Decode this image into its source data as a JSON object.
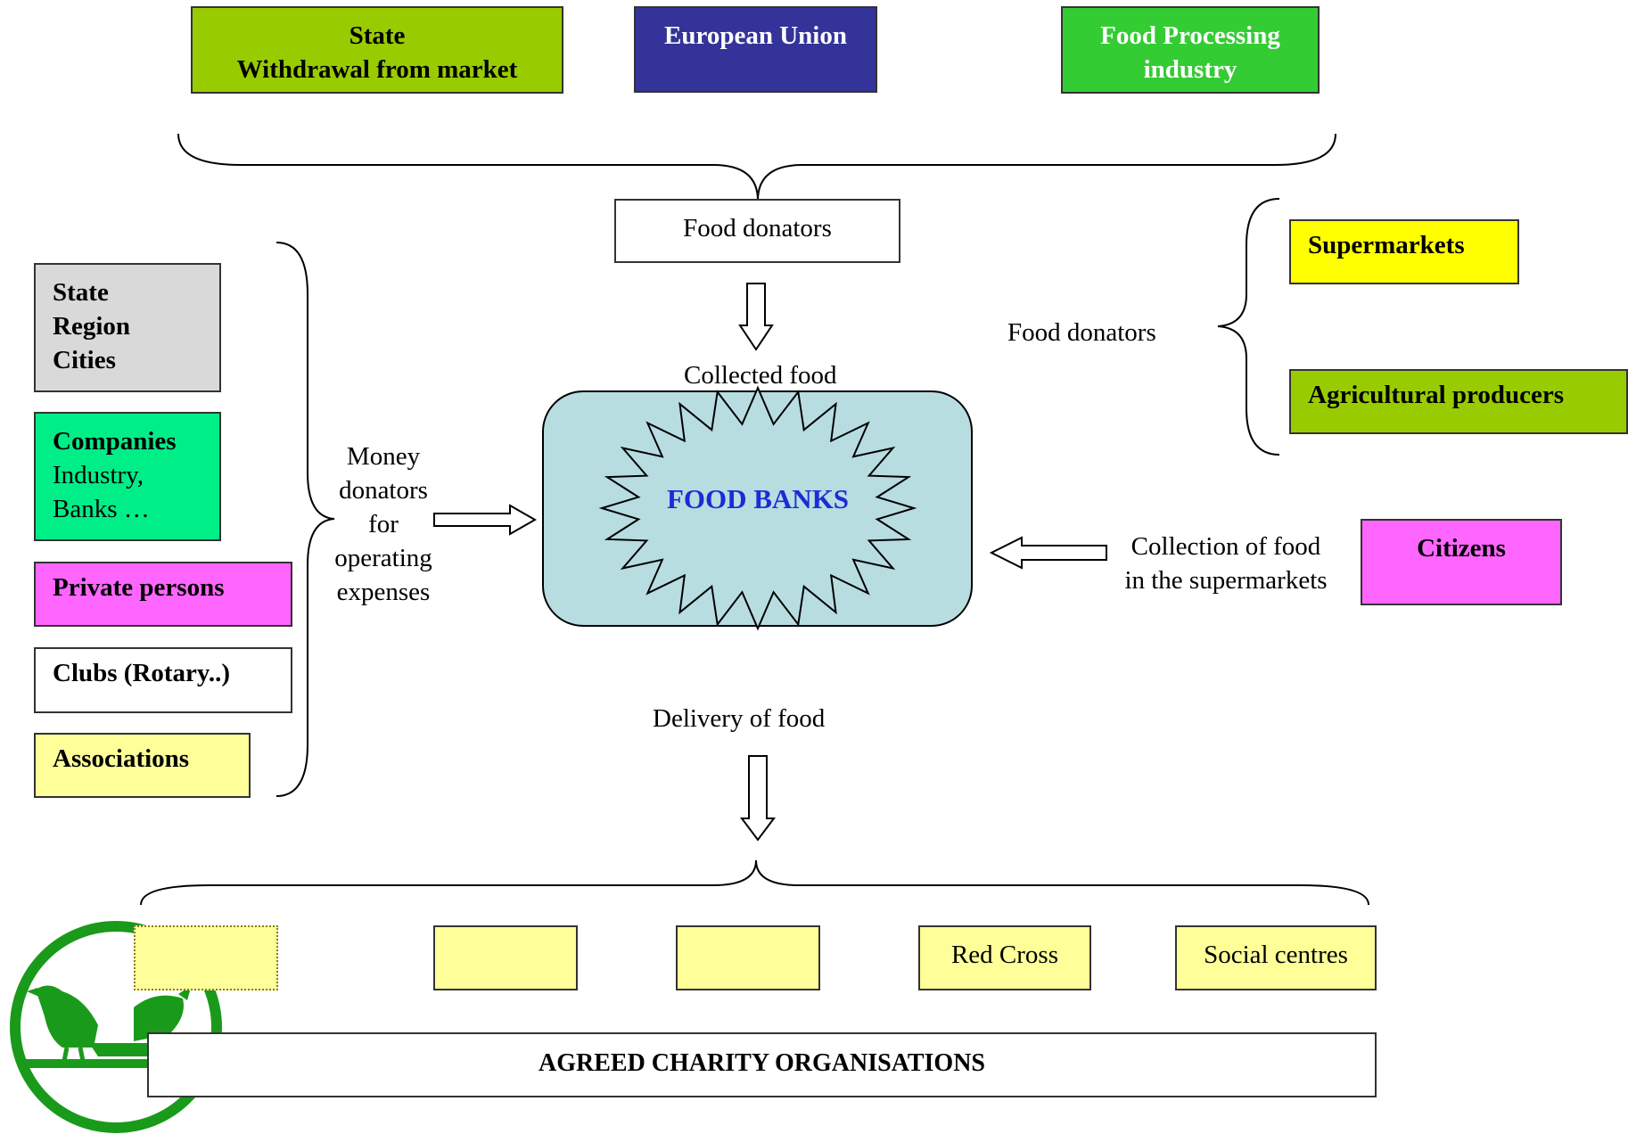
{
  "top_donors": {
    "state": [
      "State",
      "Withdrawal from market"
    ],
    "eu": "European Union",
    "food_industry": [
      "Food Processing",
      "industry"
    ]
  },
  "food_donators_center": "Food donators",
  "collected_food": "Collected food",
  "food_banks": "FOOD BANKS",
  "left_donors": {
    "state_region_cities": [
      "State",
      "Region",
      "Cities"
    ],
    "companies": {
      "title": "Companies",
      "lines": [
        "Industry,",
        "Banks …"
      ]
    },
    "private_persons": "Private persons",
    "clubs": "Clubs (Rotary..)",
    "associations": "Associations"
  },
  "money_donators": [
    "Money",
    "donators",
    "for",
    "operating",
    "expenses"
  ],
  "right_side": {
    "food_donators": "Food donators",
    "supermarkets": "Supermarkets",
    "agricultural_producers": "Agricultural producers",
    "collection": [
      "Collection of food",
      "in the supermarkets"
    ],
    "citizens": "Citizens"
  },
  "delivery": "Delivery of food",
  "charities": {
    "red_cross": "Red Cross",
    "social_centres": "Social centres",
    "agreed": "AGREED CHARITY ORGANISATIONS"
  },
  "colors": {
    "olive_green": "#99cc00",
    "navy": "#333399",
    "bright_green": "#33cc33",
    "light_gray": "#d9d9d9",
    "mint": "#00ee88",
    "magenta": "#ff66ff",
    "light_yellow": "#ffff99",
    "yellow": "#ffff00",
    "food_bank_fill": "#b7dde1",
    "food_bank_text": "#1a2cd6",
    "logo_green": "#1a9a1a"
  }
}
